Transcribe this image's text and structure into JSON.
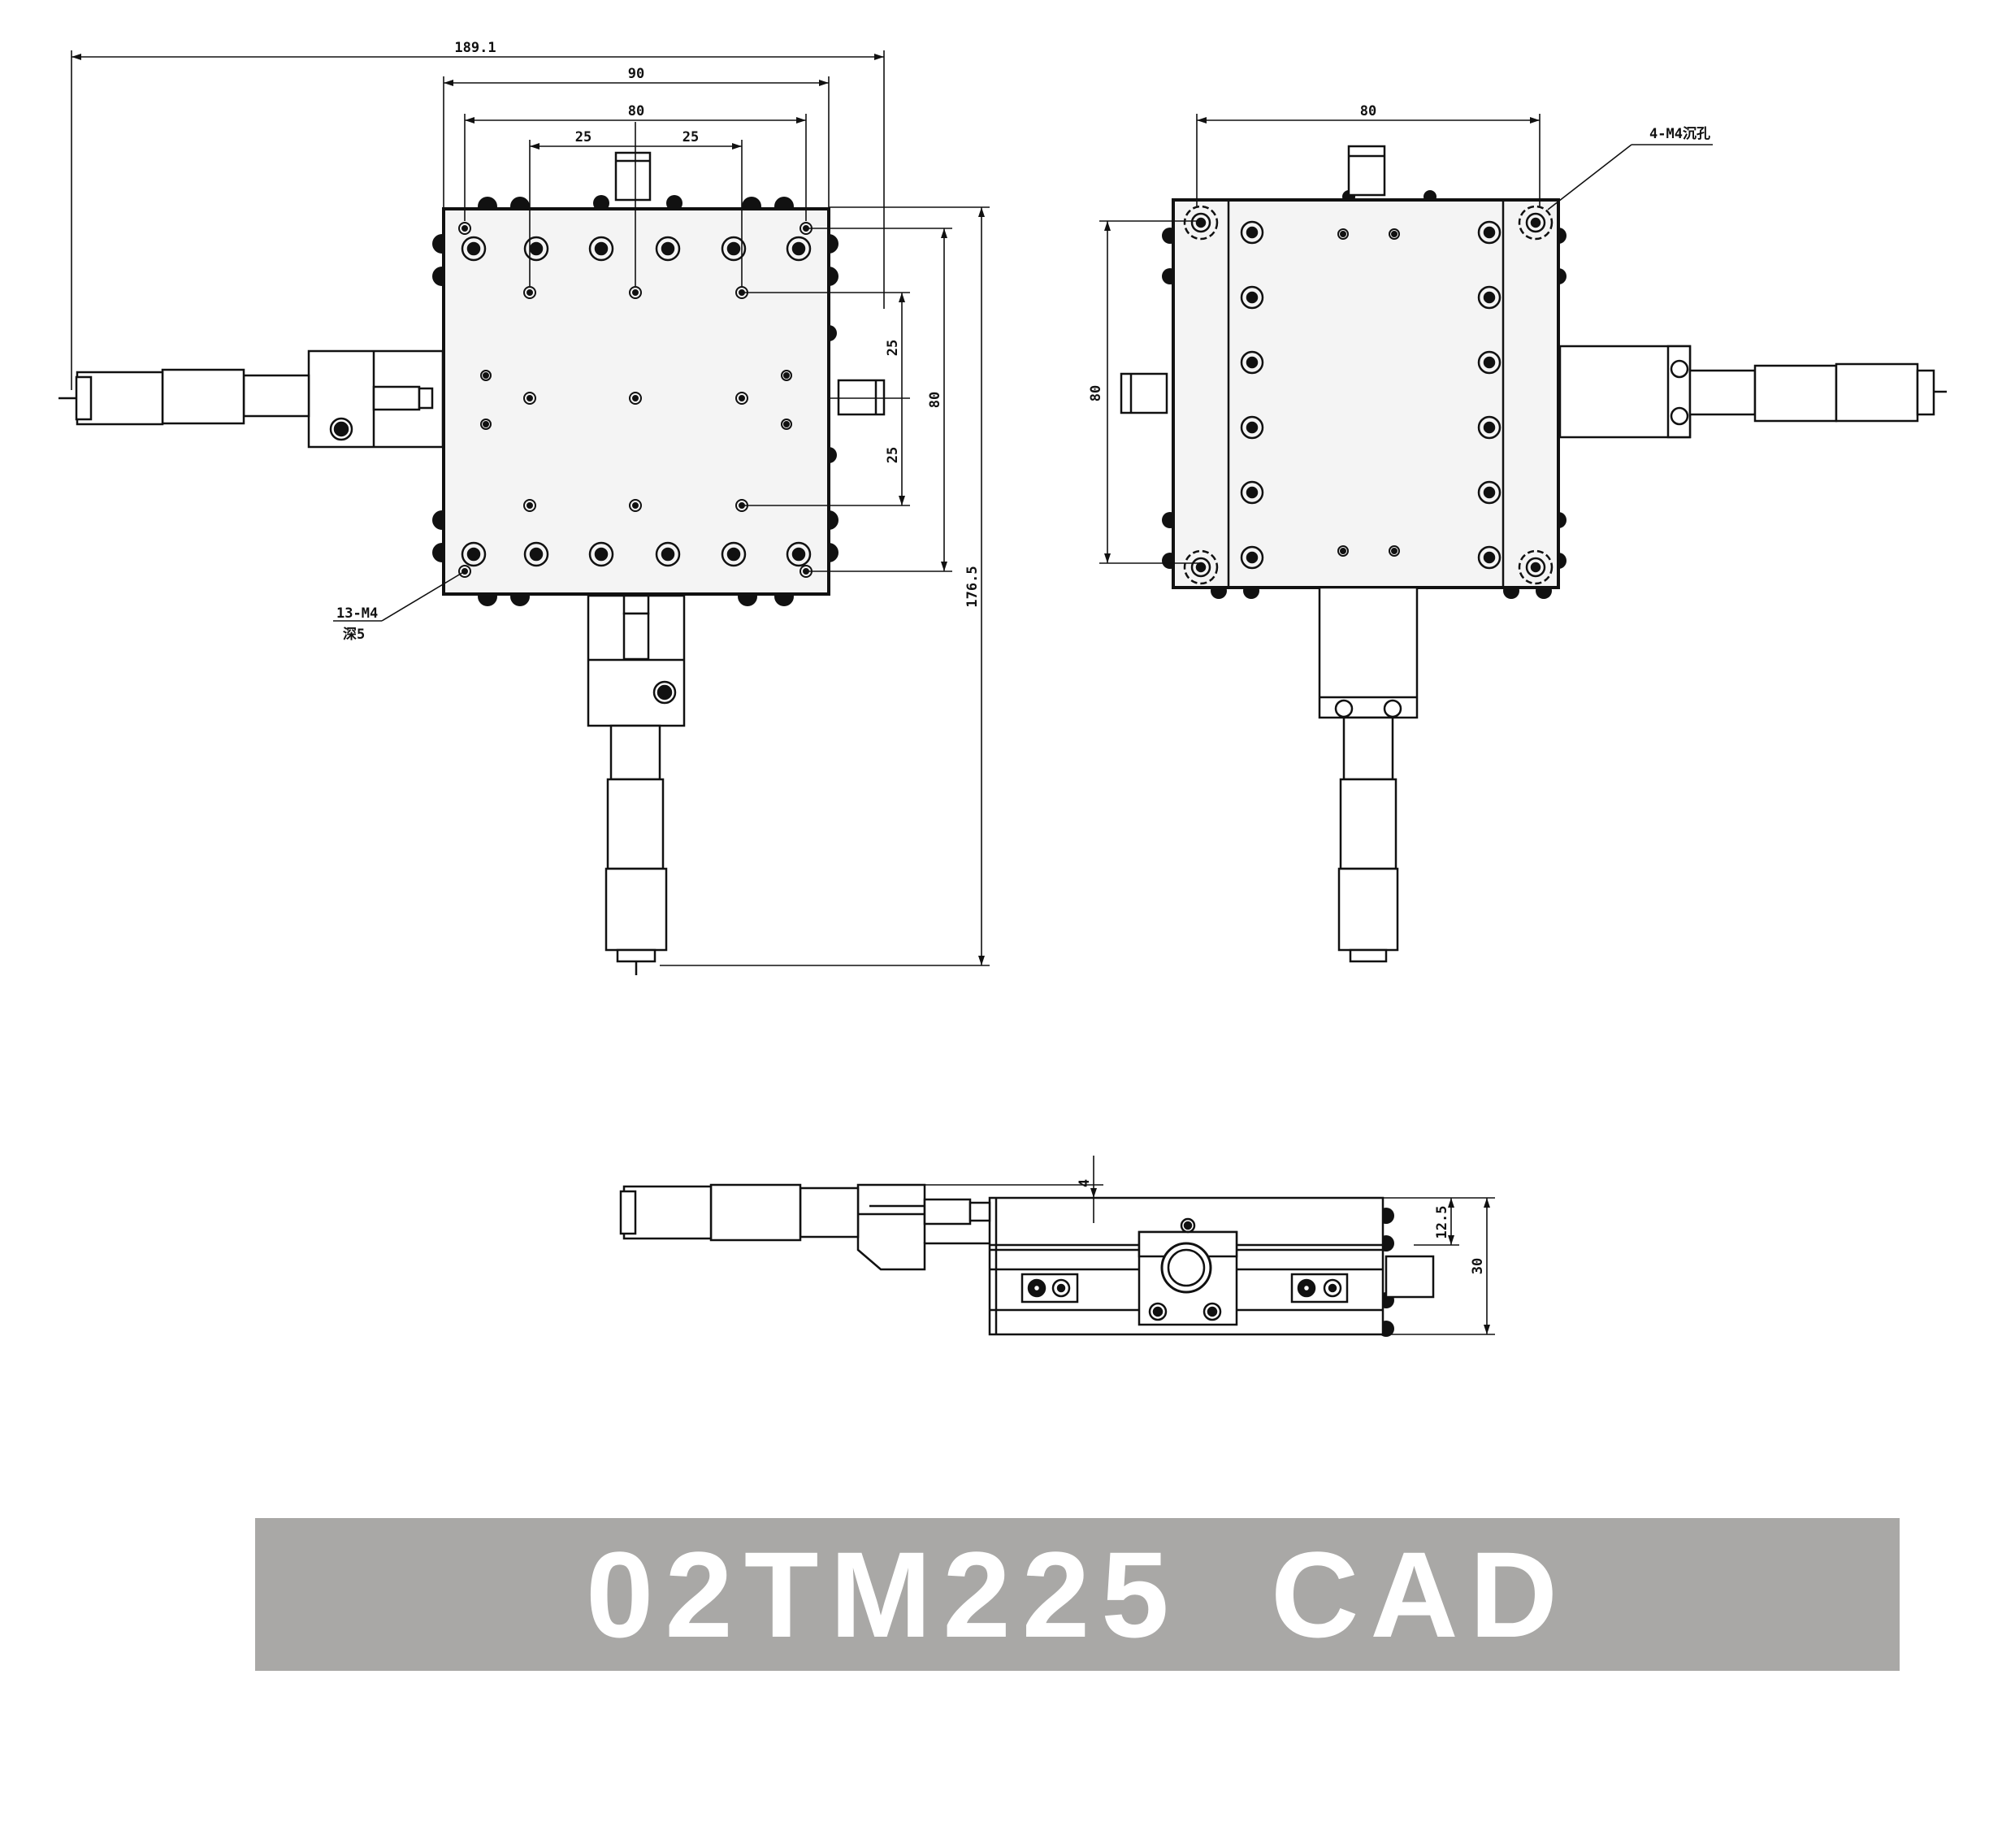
{
  "top_view": {
    "overall_width": "189.1",
    "stage_width": "90",
    "hole_span": "80",
    "hole_pitch_left": "25",
    "hole_pitch_right": "25",
    "side_pitch_upper": "25",
    "side_pitch_lower": "25",
    "side_span": "80",
    "overall_height": "176.5",
    "thread_note": "13-M4",
    "depth_note": "深5"
  },
  "right_view": {
    "top_span": "80",
    "left_span": "80",
    "counterbore_note": "4-M4沉孔"
  },
  "side_view": {
    "gap": "4",
    "upper_height": "12.5",
    "total_height": "30"
  },
  "footer": {
    "title": "02TM225  CAD"
  },
  "colors": {
    "line": "#111111",
    "plate": "#f4f4f4",
    "banner": "#a9a8a6",
    "banner_text": "#ffffff"
  }
}
